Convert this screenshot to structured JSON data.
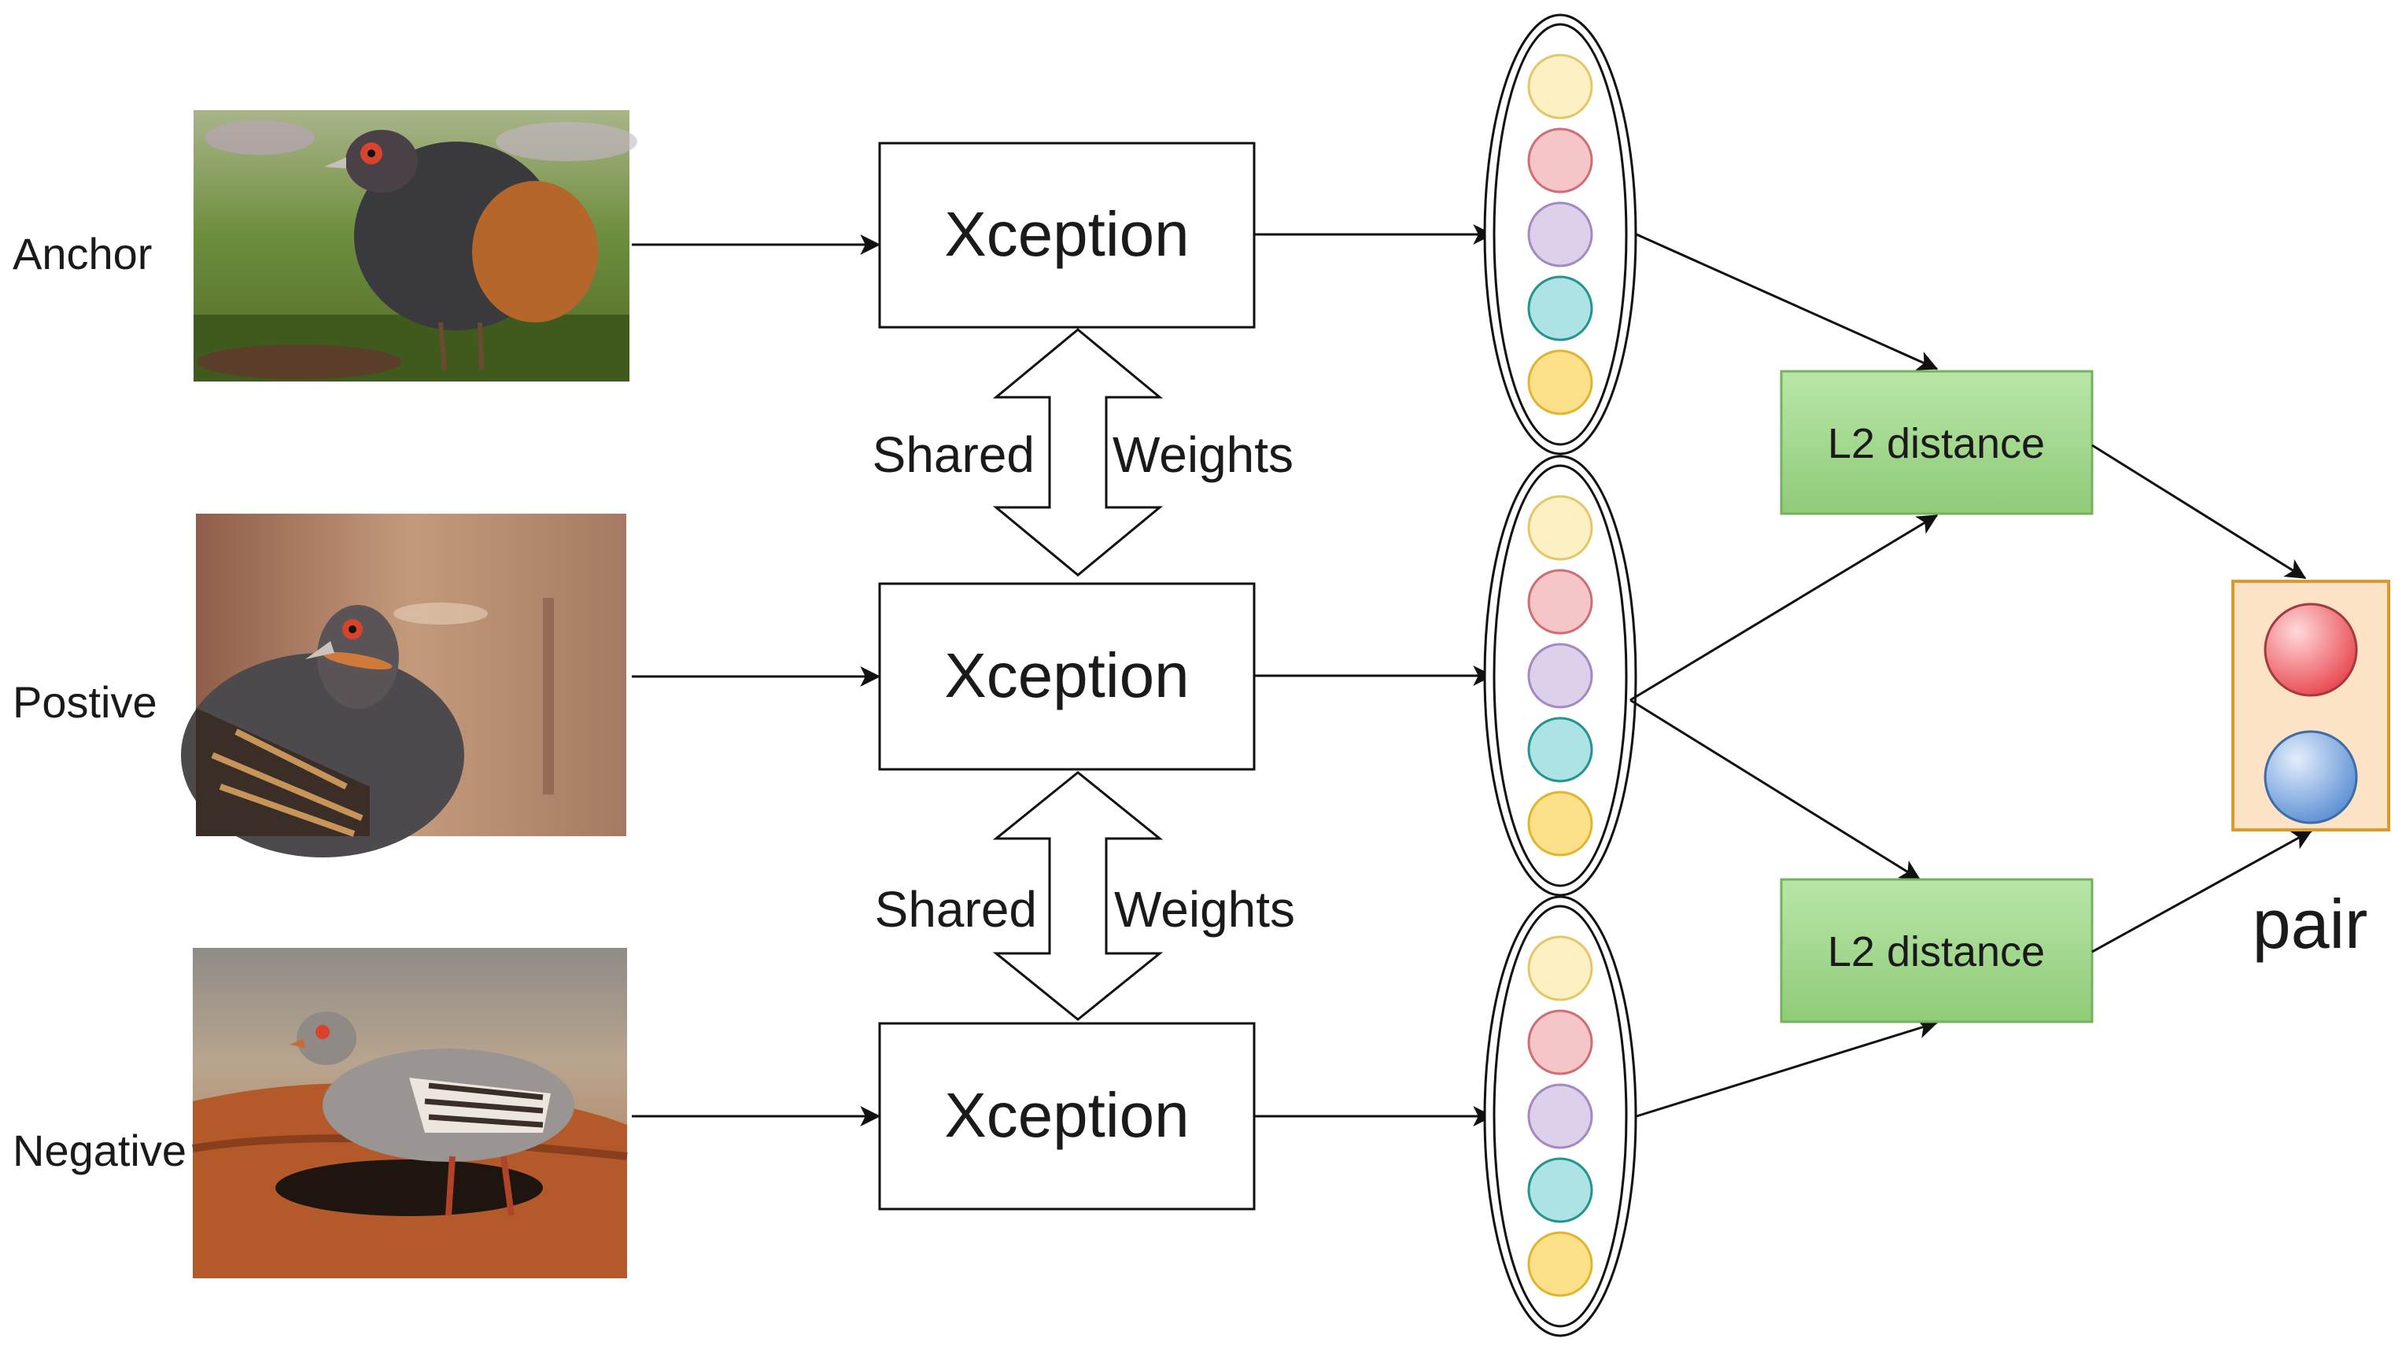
{
  "inputs": [
    {
      "label": "Anchor",
      "photo": "bird-anchor-photo"
    },
    {
      "label": "Postive",
      "photo": "bird-positive-photo"
    },
    {
      "label": "Negative",
      "photo": "bird-negative-photo"
    }
  ],
  "encoders": [
    {
      "label": "Xception"
    },
    {
      "label": "Xception"
    },
    {
      "label": "Xception"
    }
  ],
  "shared": [
    {
      "left": "Shared",
      "right": "Weights"
    },
    {
      "left": "Shared",
      "right": "Weights"
    }
  ],
  "embedding_colors": [
    "#fdf1c4",
    "#f6c5c8",
    "#ddd0ea",
    "#ade3e4",
    "#fde08a"
  ],
  "embedding_strokes": [
    "#e3c769",
    "#cf6f75",
    "#a688c2",
    "#24948f",
    "#e0b530"
  ],
  "distances": [
    {
      "label": "L2 distance"
    },
    {
      "label": "L2 distance"
    }
  ],
  "output": {
    "label": "pair",
    "circle_colors": [
      "#e8474f",
      "#5b8fd4"
    ]
  },
  "colors": {
    "l2_fill": "#9fd78b",
    "l2_stroke": "#74b35c",
    "pair_fill": "#fde3c6",
    "pair_stroke": "#d99a2b"
  }
}
